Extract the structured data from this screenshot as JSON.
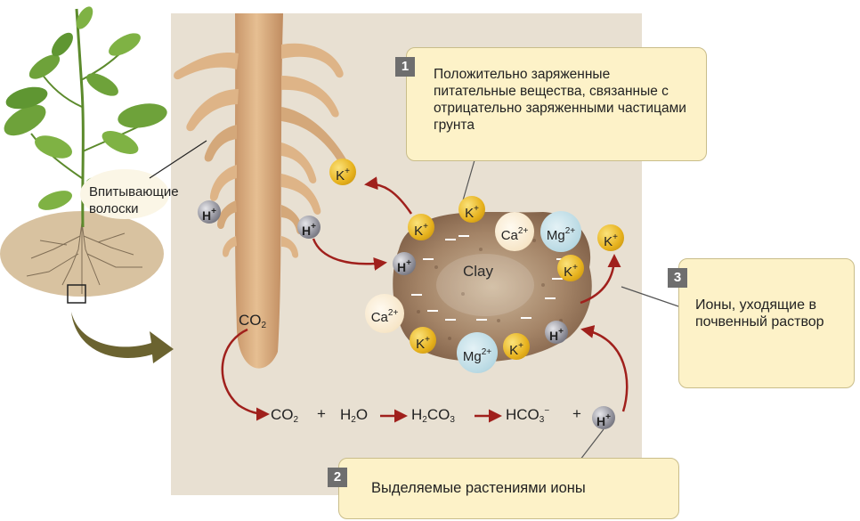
{
  "callouts": {
    "c1": {
      "number": "1",
      "text": "Положительно заряженные питательные вещества, связанные с отрицательно заряженными частицами грунта"
    },
    "c2": {
      "number": "2",
      "text": "Выделяемые растениями ионы"
    },
    "c3": {
      "number": "3",
      "text": "Ионы, уходящие в почвенный раствор"
    }
  },
  "labels": {
    "root_hairs": "Впитывающие волоски",
    "clay": "Clay"
  },
  "ions": {
    "k": {
      "base": "K",
      "charge": "+"
    },
    "h": {
      "base": "H",
      "charge": "+"
    },
    "ca": {
      "base": "Ca",
      "charge": "2+"
    },
    "mg": {
      "base": "Mg",
      "charge": "2+"
    }
  },
  "equation": {
    "co2_root": {
      "base": "CO",
      "sub": "2"
    },
    "co2": {
      "base": "CO",
      "sub": "2"
    },
    "plus1": "+",
    "h2o_a": "H",
    "h2o_sub": "2",
    "h2o_b": "O",
    "h2co3_a": "H",
    "h2co3_sub1": "2",
    "h2co3_b": "CO",
    "h2co3_sub2": "3",
    "hco3_a": "HCO",
    "hco3_sub": "3",
    "hco3_sup": "−",
    "plus2": "+"
  },
  "colors": {
    "soil_panel": "#e8e0d2",
    "root": "#deb487",
    "root_shadow": "#c29266",
    "arrow": "#a0201c",
    "callout_bg": "#fdf2c8",
    "badge": "#6e6e6e",
    "big_arrow": "#6b6330"
  },
  "icons": [
    "plant-illustration",
    "root-hair-illustration",
    "clay-particle",
    "magnify-box"
  ]
}
